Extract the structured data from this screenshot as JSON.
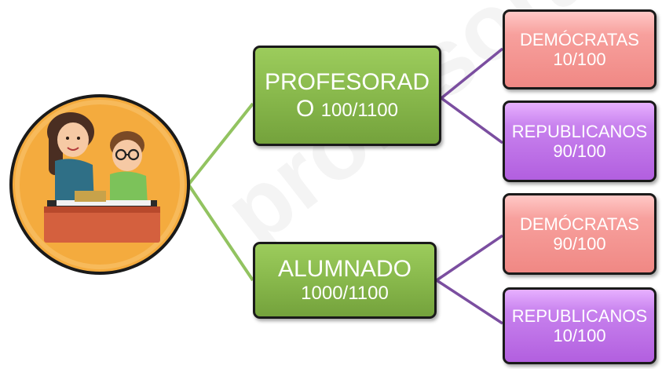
{
  "nodes": {
    "profesorado": {
      "line1": "PROFESORAD",
      "line2a": "O ",
      "line2b": "100/1100"
    },
    "alumnado": {
      "line1": "ALUMNADO",
      "line2": "1000/1100"
    },
    "prof_democratas": {
      "label": "DEMÓCRATAS",
      "value": "10/100"
    },
    "prof_republicanos": {
      "label": "REPUBLICANOS",
      "value": "90/100"
    },
    "alum_democratas": {
      "label": "DEMÓCRATAS",
      "value": "90/100"
    },
    "alum_republicanos": {
      "label": "REPUBLICANOS",
      "value": "10/100"
    }
  },
  "colors": {
    "green_connector": "#92c360",
    "purple_connector": "#7b4ea0",
    "node_green": "#86b64a",
    "node_pink": "#f08884",
    "node_purple": "#b25fdf",
    "circle_fill": "#f4ab3e"
  },
  "icons": {
    "root_illustration": "teacher-and-student-at-piano-icon"
  }
}
